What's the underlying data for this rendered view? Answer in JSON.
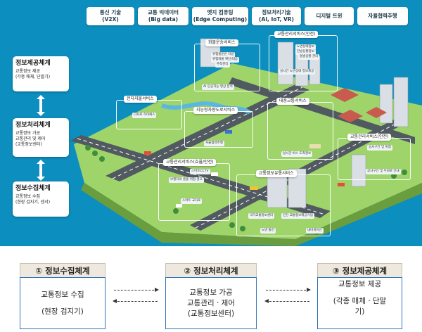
{
  "tech_tags": [
    {
      "line1": "통신 기술",
      "line2": "(V2X)"
    },
    {
      "line1": "교통 빅데이터",
      "line2": "(Big data)"
    },
    {
      "line1": "엣지 컴퓨팅",
      "line2": "(Edge Computing)"
    },
    {
      "line1": "정보처리기술",
      "line2": "(AI, IoT, VR)"
    },
    {
      "line1": "디지털 트윈",
      "line2": ""
    },
    {
      "line1": "자율협력주행",
      "line2": ""
    }
  ],
  "left_panel": [
    {
      "title": "정보제공체계",
      "lines": [
        "교통정보 제공",
        "(각종 매체, 단말기)"
      ]
    },
    {
      "title": "정보처리체계",
      "lines": [
        "교통정보 가공",
        "교통관리 및 제어",
        "(교통정보센터)"
      ]
    },
    {
      "title": "정보수집체계",
      "lines": [
        "교통정보 수집",
        "(현장 검지기, 센서)"
      ]
    }
  ],
  "services": {
    "freight": "화물운송서비스",
    "traffic_mgmt_safety": "교통관리서비스(안전)",
    "e_payment": "전자지불서비스",
    "smart_road": "지능형차량도로서비스",
    "public_transport": "대중교통서비스",
    "traffic_mgmt_safety_2": "교통관리서비스(안전)",
    "traffic_mgmt_efficiency": "교통관리서비스(효율/안전)",
    "traffic_info": "교통정보유통서비스"
  },
  "chips": {
    "freight_1": "위험물운반 차량",
    "freight_2": "위험화물 확인/대응",
    "freight_3": "추적관리",
    "ai_camera": "AI 인공지능 영상 분석",
    "safety_1": "노면상태정보",
    "safety_2": "전방상황정보",
    "safety_3": "돌발상황 관리",
    "safety_4": "실시간 노면상태 정보제공",
    "payment_1": "다차로 하이패스",
    "smart_road_1": "자율협력주행",
    "public_1": "실시간 버스 도착정보",
    "safety2_1": "공사구간 및 위험",
    "safety2_2": "공사구간 및 우회로 안내",
    "eff_1": "스마트CCTV",
    "eff_2": "보행자의 충돌 위험 경고",
    "eff_3": "스마트 교차로",
    "info_1": "국가교통정보센터",
    "info_2": "민간 교통정보제공기업",
    "info_3": "노변 통신",
    "info_4": "내비게이션"
  },
  "flow": {
    "collect": {
      "header": "① 정보수집체계",
      "line1": "교통정보 수집",
      "line2": "(현장 검지기)"
    },
    "process": {
      "header": "② 정보처리체계",
      "line1": "교통정보 가공",
      "line2": "교통관리 · 제어",
      "line3": "(교통정보센터)"
    },
    "provide": {
      "header": "③ 정보제공체계",
      "line1": "교통정보 제공",
      "line2": "(각종 매체 · 단말",
      "line3": "기)"
    }
  },
  "colors": {
    "sky": "#0c8fbe",
    "grass": "#9fd46a",
    "road": "#505a60",
    "box_border": "#2f74b8",
    "header_bg": "#efe8de"
  }
}
